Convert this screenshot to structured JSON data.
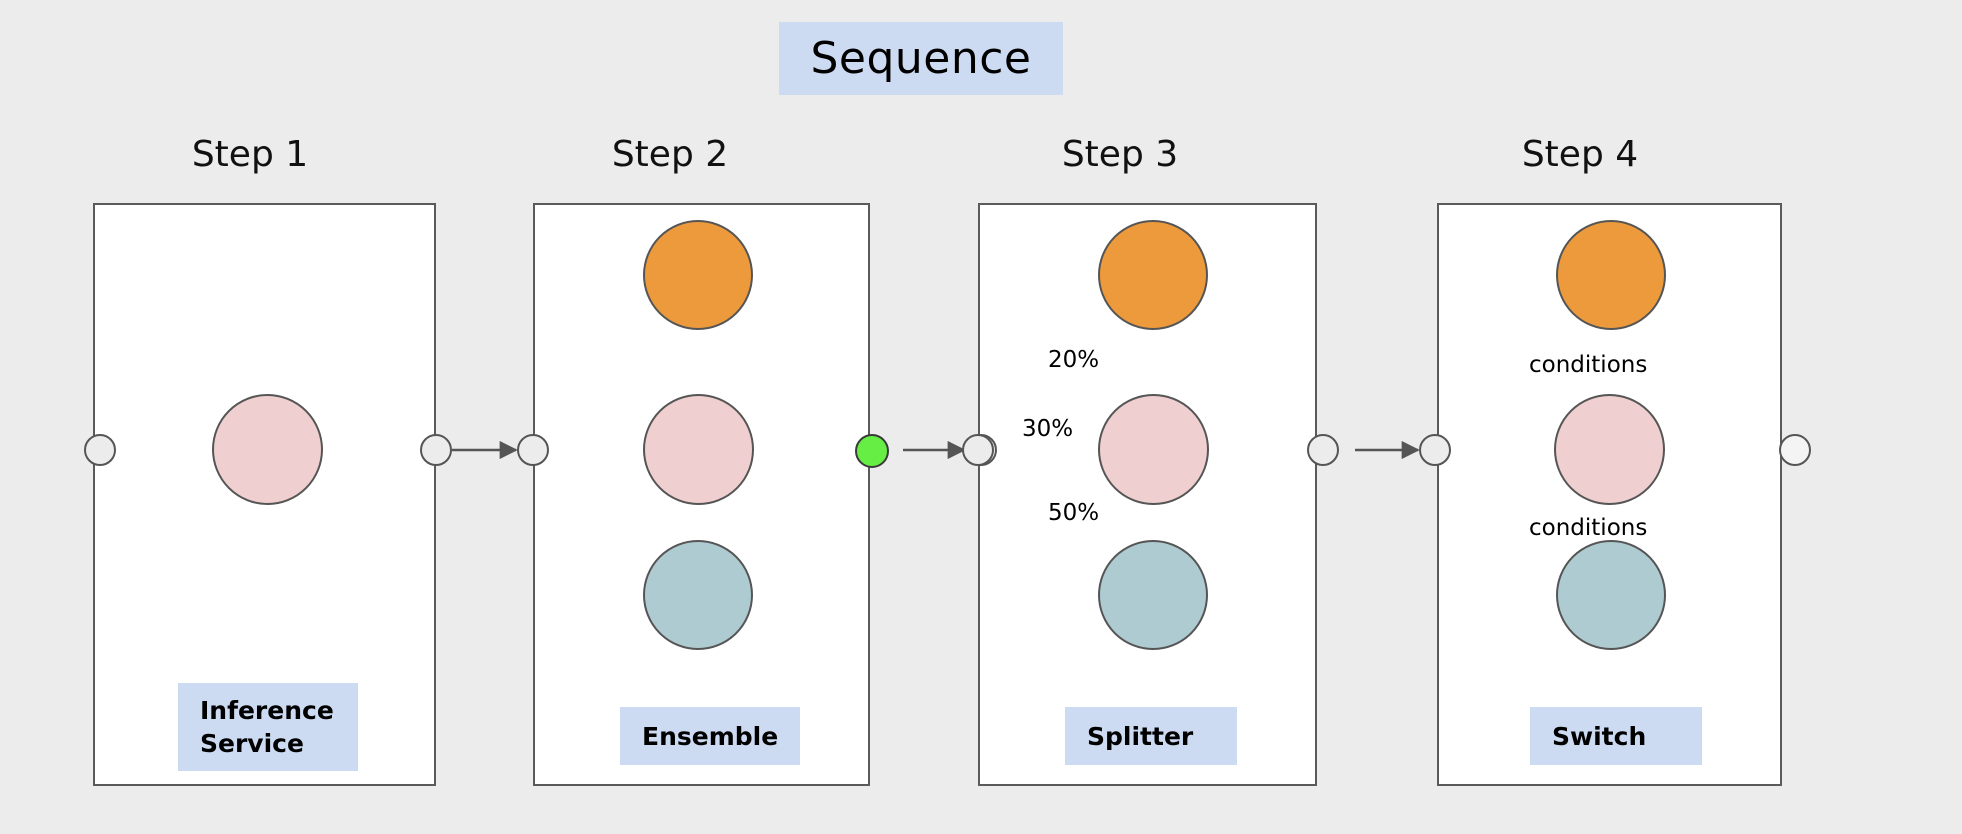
{
  "diagram": {
    "title": "Sequence",
    "type": "pipeline-flowchart",
    "background_color": "#ececec",
    "banner_color": "#ccdbf2",
    "accent_colors": {
      "orange": "#ed9a3d",
      "pink": "#efcfcf",
      "teal": "#aecbd1",
      "green_node": "#66ee44",
      "stroke": "#555555",
      "chip": "#ccdbf2"
    }
  },
  "steps": [
    {
      "heading": "Step 1",
      "type_label": "Inference Service",
      "type_label_line1": "Inference",
      "type_label_line2": "Service",
      "models": [
        "pink"
      ],
      "edge_labels": [],
      "edge_style": "solid"
    },
    {
      "heading": "Step 2",
      "type_label": "Ensemble",
      "models": [
        "orange",
        "pink",
        "teal"
      ],
      "edge_labels": [],
      "edge_style": "solid",
      "merge_node": "green"
    },
    {
      "heading": "Step 3",
      "type_label": "Splitter",
      "models": [
        "orange",
        "pink",
        "teal"
      ],
      "edge_labels": [
        "20%",
        "30%",
        "50%"
      ],
      "edge_style": "solid"
    },
    {
      "heading": "Step 4",
      "type_label": "Switch",
      "models": [
        "orange",
        "pink",
        "teal"
      ],
      "edge_labels": [
        "conditions",
        "conditions"
      ],
      "edge_style": "dashed"
    }
  ]
}
